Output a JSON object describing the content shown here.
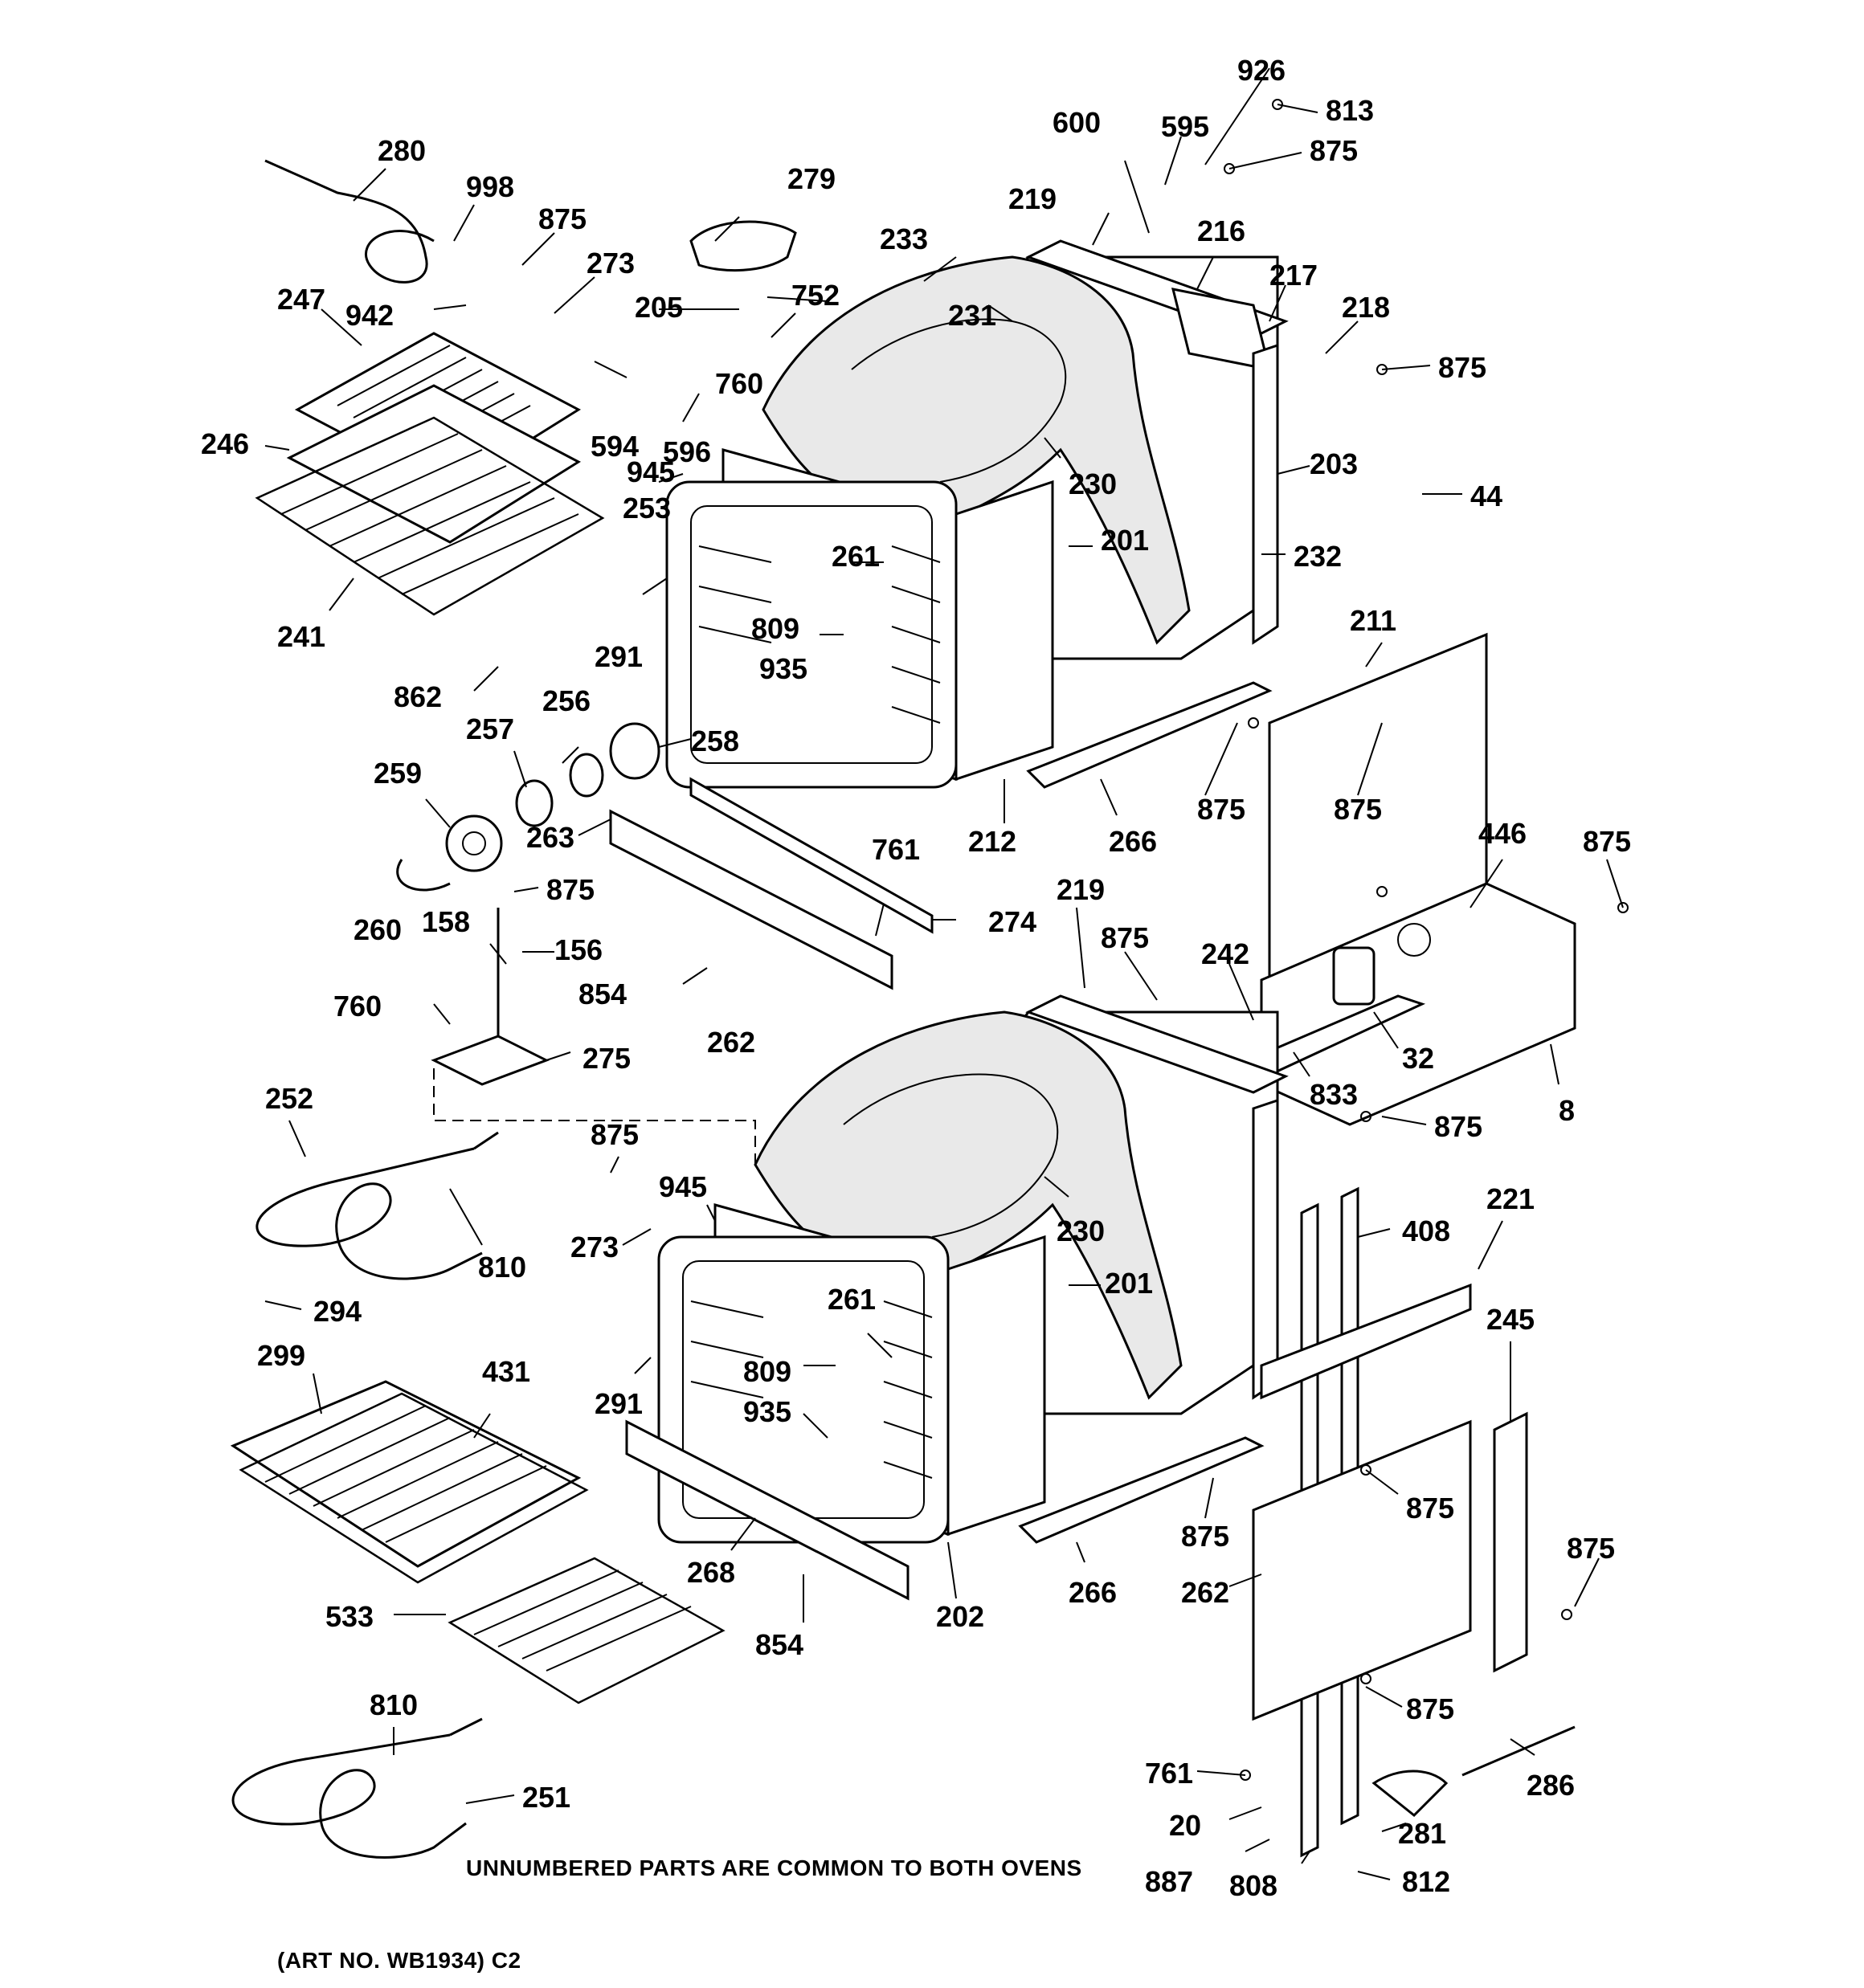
{
  "footer": {
    "note": "UNNUMBERED PARTS ARE COMMON TO BOTH OVENS",
    "art_no": "(ART NO. WB1934) C2"
  },
  "labels": {
    "l280": "280",
    "l998": "998",
    "l875a": "875",
    "l273a": "273",
    "l279": "279",
    "l247": "247",
    "l942": "942",
    "l205": "205",
    "l752": "752",
    "l760a": "760",
    "l594": "594",
    "l596": "596",
    "l246": "246",
    "l945a": "945",
    "l253": "253",
    "l241": "241",
    "l291a": "291",
    "l862": "862",
    "l809a": "809",
    "l935a": "935",
    "l261a": "261",
    "l233": "233",
    "l231": "231",
    "l230a": "230",
    "l201a": "201",
    "l600": "600",
    "l926": "926",
    "l595": "595",
    "l813": "813",
    "l875b": "875",
    "l219a": "219",
    "l216": "216",
    "l217": "217",
    "l218": "218",
    "l875c": "875",
    "l203": "203",
    "l44": "44",
    "l232": "232",
    "l211": "211",
    "l256": "256",
    "l257": "257",
    "l258": "258",
    "l259": "259",
    "l263": "263",
    "l260": "260",
    "l212": "212",
    "l266a": "266",
    "l875d": "875",
    "l875e": "875",
    "l761a": "761",
    "l274": "274",
    "l158": "158",
    "l875f": "875",
    "l156": "156",
    "l854a": "854",
    "l262a": "262",
    "l760b": "760",
    "l275": "275",
    "l219b": "219",
    "l875g": "875",
    "l242": "242",
    "l446": "446",
    "l875h": "875",
    "l32": "32",
    "l833": "833",
    "l875i": "875",
    "l8": "8",
    "l252": "252",
    "l875j": "875",
    "l945b": "945",
    "l273b": "273",
    "l810a": "810",
    "l294": "294",
    "l230b": "230",
    "l201b": "201",
    "l408": "408",
    "l221": "221",
    "l261b": "261",
    "l245": "245",
    "l299": "299",
    "l431": "431",
    "l291b": "291",
    "l809b": "809",
    "l935b": "935",
    "l875k": "875",
    "l875l": "875",
    "l268": "268",
    "l202": "202",
    "l266b": "266",
    "l875m": "875",
    "l262b": "262",
    "l533": "533",
    "l854b": "854",
    "l875n": "875",
    "l810b": "810",
    "l761b": "761",
    "l286": "286",
    "l251": "251",
    "l20": "20",
    "l281": "281",
    "l887": "887",
    "l808": "808",
    "l812": "812"
  }
}
